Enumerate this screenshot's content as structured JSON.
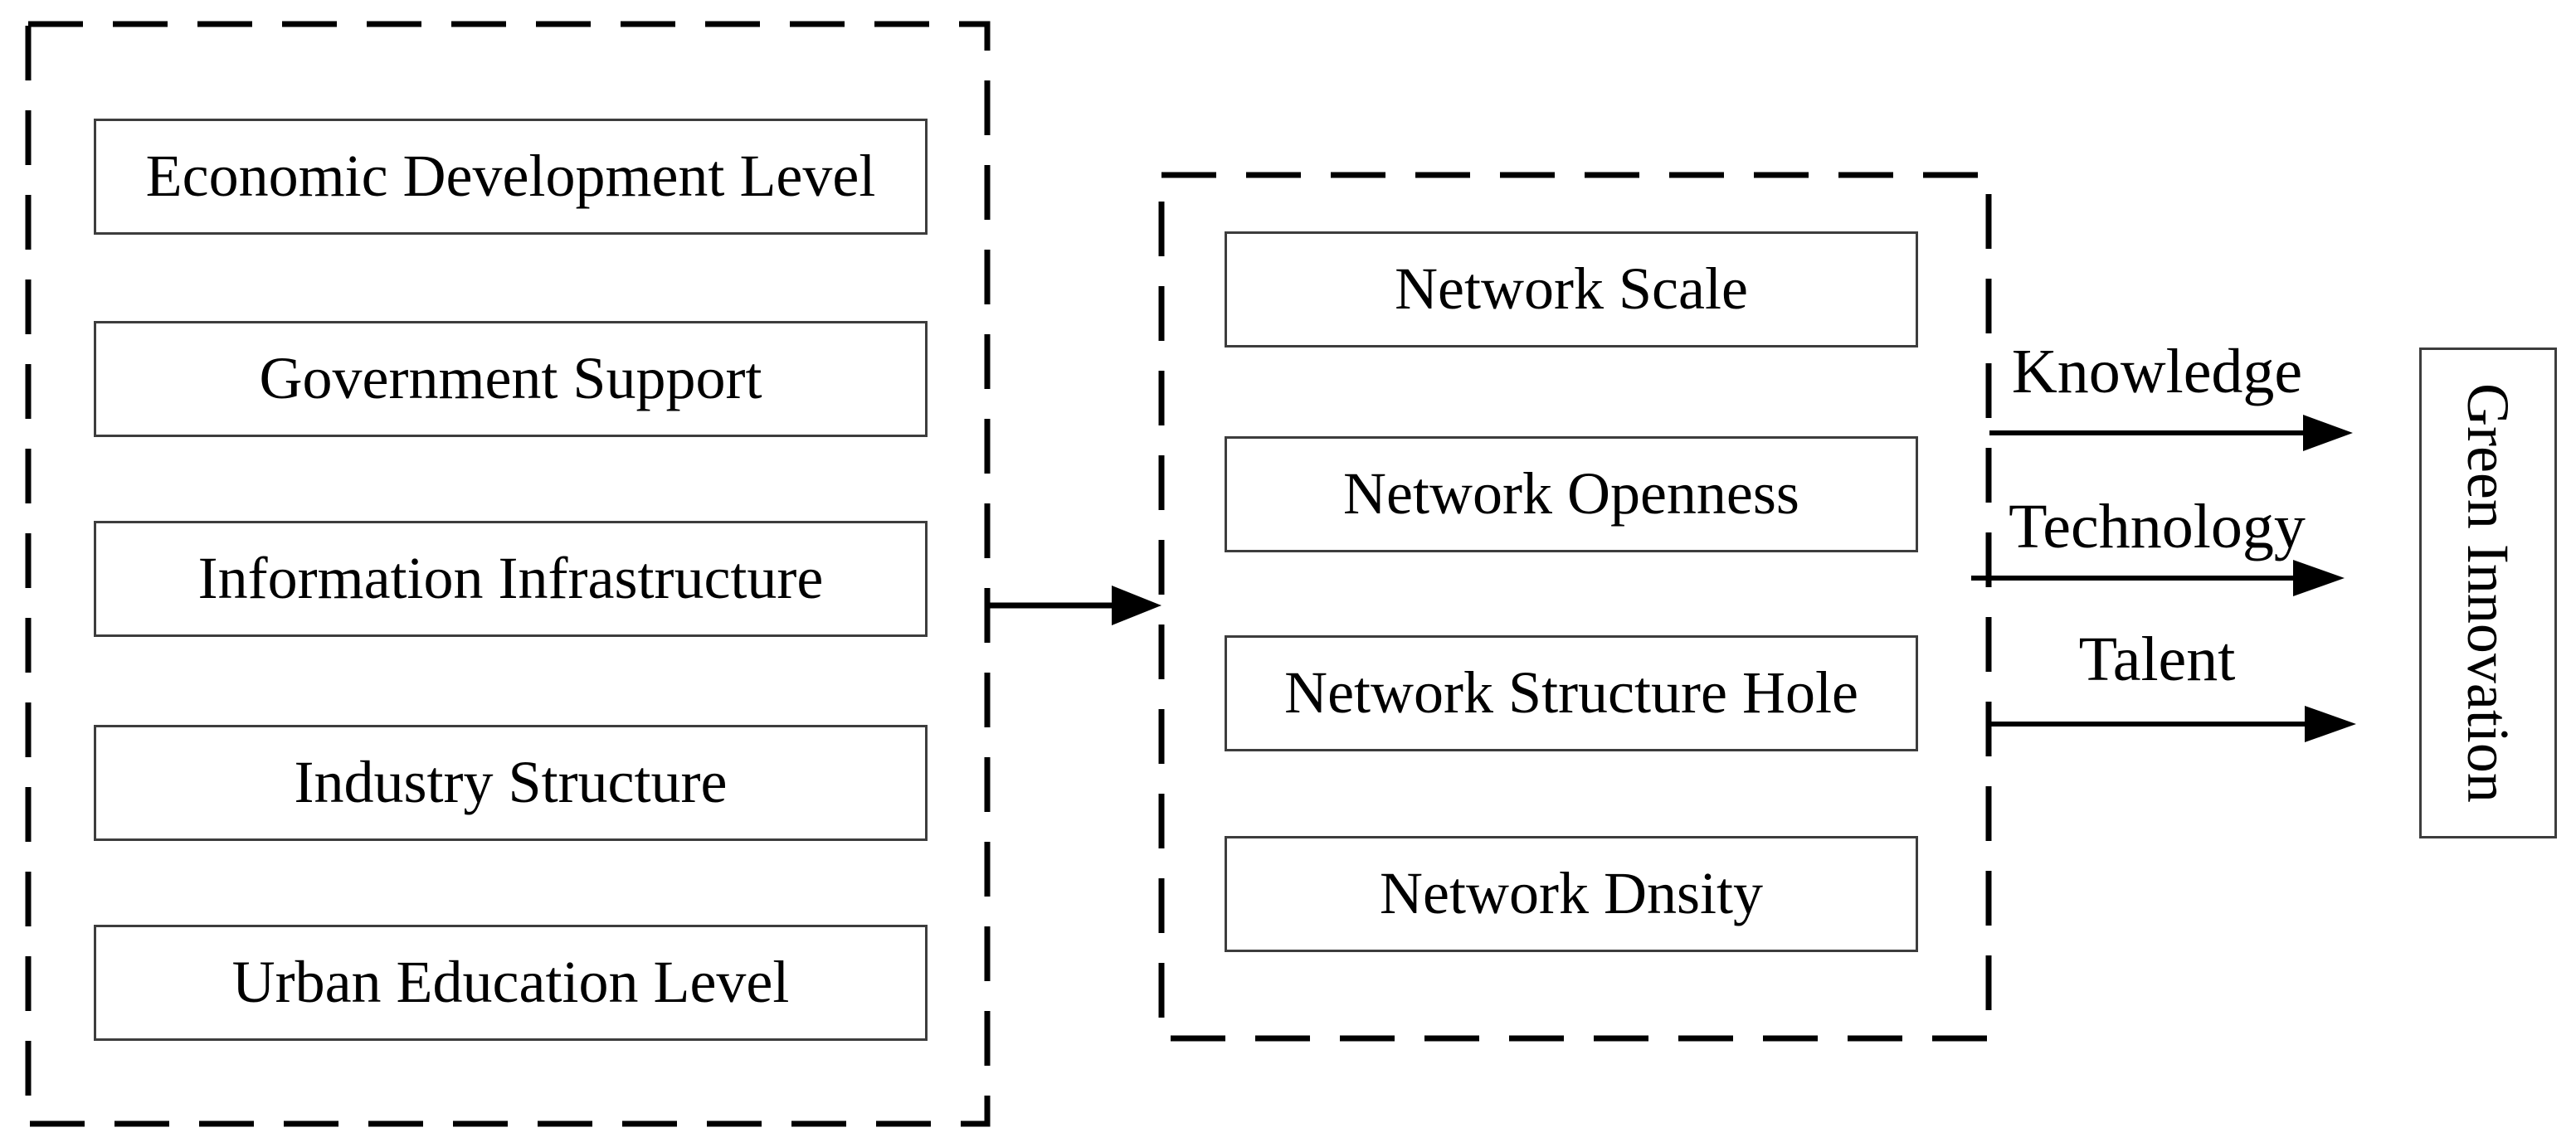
{
  "diagram": {
    "left_group": {
      "items": [
        {
          "label": "Economic Development Level"
        },
        {
          "label": "Government Support"
        },
        {
          "label": "Information Infrastructure"
        },
        {
          "label": "Industry Structure"
        },
        {
          "label": "Urban Education Level"
        }
      ]
    },
    "middle_group": {
      "items": [
        {
          "label": "Network Scale"
        },
        {
          "label": "Network Openness"
        },
        {
          "label": "Network Structure Hole"
        },
        {
          "label": "Network Dnsity"
        }
      ]
    },
    "flow_labels": [
      {
        "label": "Knowledge"
      },
      {
        "label": "Technology"
      },
      {
        "label": "Talent"
      }
    ],
    "outcome": {
      "label": "Green Innovation"
    },
    "colors": {
      "line": "#000000",
      "box_border": "#3d3d3d",
      "text": "#000000",
      "background": "#ffffff"
    }
  }
}
